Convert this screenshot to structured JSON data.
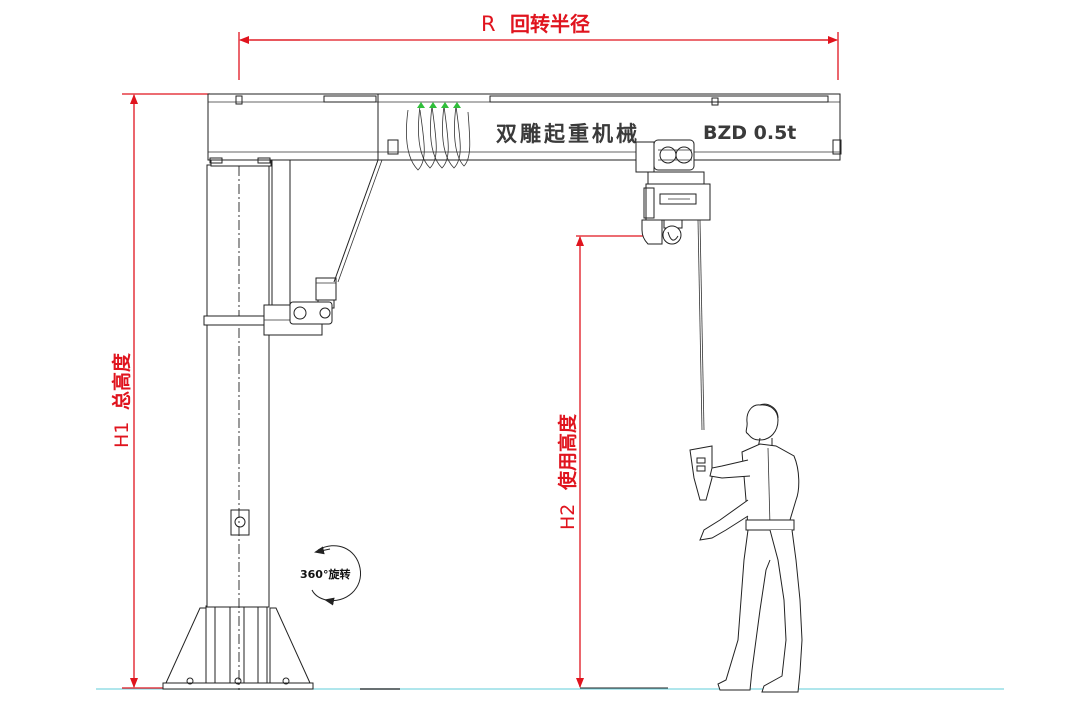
{
  "dimensions": {
    "radius_symbol": "R",
    "radius_label": "回转半径",
    "total_height_symbol": "H1",
    "total_height_label": "总高度",
    "working_height_symbol": "H2",
    "working_height_label": "使用高度"
  },
  "beam": {
    "brand_text": "双雕起重机械",
    "model_text": "BZD 0.5t"
  },
  "rotation": {
    "label": "360°旋转"
  },
  "colors": {
    "dimension": "#e0141e",
    "outline": "#222222",
    "ground_line": "#7fd6e0",
    "cable_arrows": "#2fbf3a"
  }
}
